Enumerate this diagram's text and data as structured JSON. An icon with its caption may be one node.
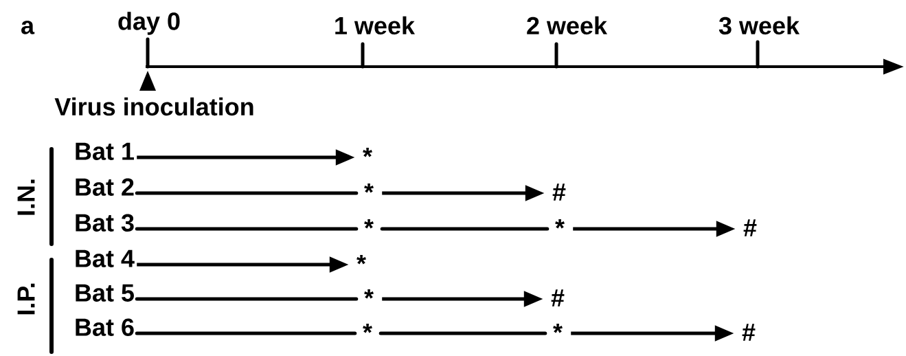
{
  "diagram": {
    "nodes": [
      {
        "text": [
          "Bat 1"
        ]
      },
      {
        "text": [
          "*"
        ]
      },
      {
        "text": [
          "Bat 2"
        ]
      },
      {
        "text": [
          "*"
        ]
      },
      {
        "text": [
          "#"
        ]
      },
      {
        "text": [
          "Bat 3"
        ]
      },
      {
        "text": [
          "*"
        ]
      },
      {
        "text": [
          "*"
        ]
      },
      {
        "text": [
          "#"
        ]
      },
      {
        "text": [
          "Bat 4"
        ]
      },
      {
        "text": [
          "*"
        ]
      },
      {
        "text": [
          "Bat 5"
        ]
      },
      {
        "text": [
          "*"
        ]
      },
      {
        "text": [
          "#"
        ]
      },
      {
        "text": [
          "Bat 6"
        ]
      },
      {
        "text": [
          "*"
        ]
      },
      {
        "text": [
          "*"
        ]
      },
      {
        "text": [
          "#"
        ]
      }
    ],
    "edges": [
      {
        "from": 0,
        "to": 1,
        "arrow": "to"
      },
      {
        "from": 2,
        "to": 3,
        "arrow": "none"
      },
      {
        "from": 3,
        "to": 4,
        "arrow": "to"
      },
      {
        "from": 5,
        "to": 6,
        "arrow": "none"
      },
      {
        "from": 6,
        "to": 7,
        "arrow": "none"
      },
      {
        "from": 7,
        "to": 8,
        "arrow": "to"
      },
      {
        "from": 9,
        "to": 10,
        "arrow": "to"
      },
      {
        "from": 11,
        "to": 12,
        "arrow": "none"
      },
      {
        "from": 12,
        "to": 13,
        "arrow": "to"
      },
      {
        "from": 14,
        "to": 15,
        "arrow": "none"
      },
      {
        "from": 15,
        "to": 16,
        "arrow": "none"
      },
      {
        "from": 16,
        "to": 17,
        "arrow": "to"
      }
    ],
    "labels": [
      "a",
      "day 0",
      "1 week",
      "2 week",
      "3 week",
      "Virus inoculation",
      "I.N.",
      "I.P."
    ]
  }
}
